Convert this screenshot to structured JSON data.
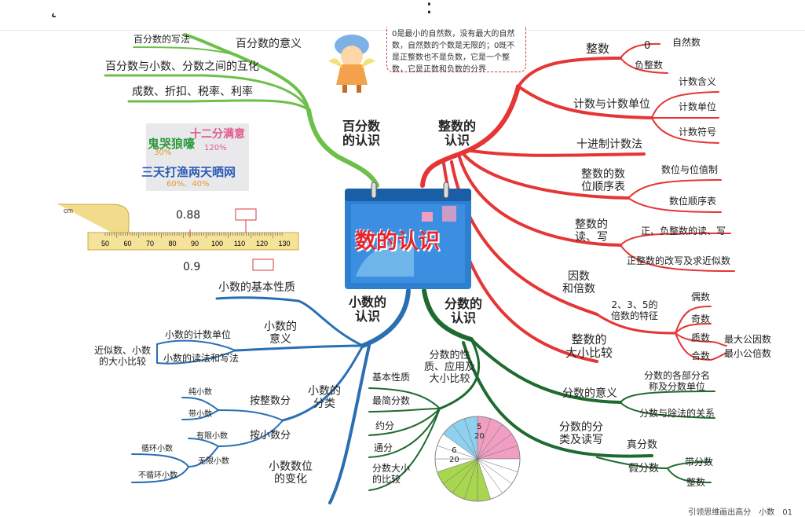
{
  "header": {
    "fragment_left": "˛",
    "fragment_mid": ":"
  },
  "center": {
    "title": "数的认识"
  },
  "callout": {
    "text": "0是最小的自然数，没有最大的自然数，自然数的个数是无限的；0既不是正整数也不是负数，它是一个整数，它是正数和负数的分界"
  },
  "branch_percent": {
    "title": "百分数\n的认识",
    "meaning": "百分数的意义",
    "writing": "百分数的写法",
    "convert": "百分数与小数、分数之间的互化",
    "apply": "成数、折扣、税率、利率"
  },
  "sticker": {
    "line1a": "鬼哭狼嚎",
    "line1a_pct": "30%",
    "line1b": "十二分满意",
    "line1b_pct": "120%",
    "line2": "三天打渔两天晒网",
    "line2_pct": "60%、40%"
  },
  "ruler": {
    "unit": "cm",
    "ticks": [
      "50",
      "60",
      "70",
      "80",
      "90",
      "100",
      "110",
      "120",
      "130"
    ],
    "label_088": "0.88",
    "label_09": "0.9"
  },
  "branch_integer": {
    "title": "整数的\n认识",
    "integer": "整数",
    "zero": "0",
    "natural": "自然数",
    "negative": "负整数",
    "counting_unit": "计数与计数单位",
    "counting_meaning": "计数含义",
    "counting_unit_leaf": "计数单位",
    "counting_symbol": "计数符号",
    "decimal_method": "十进制计数法",
    "order": "整数的数\n位顺序表",
    "place_value": "数位与位值制",
    "order_table": "数位顺序表",
    "read_write": "整数的\n读、写",
    "pos_neg": "正、负整数的读、写",
    "rewrite": "正整数的改写及求近似数",
    "factor": "因数\n和倍数",
    "feature": "2、3、5的\n倍数的特征",
    "even": "偶数",
    "odd": "奇数",
    "prime": "质数",
    "composite": "合数",
    "gcd": "最大公因数",
    "lcm": "最小公倍数",
    "compare": "整数的\n大小比较"
  },
  "branch_decimal": {
    "title": "小数的\n认识",
    "basic": "小数的基本性质",
    "meaning": "小数的\n意义",
    "unit": "小数的计数单位",
    "read_write": "小数的读法和写法",
    "approx": "近似数、小数\n的大小比较",
    "classify": "小数的\n分类",
    "by_int": "按整数分",
    "pure": "纯小数",
    "mixed": "带小数",
    "by_dec": "按小数分",
    "finite": "有限小数",
    "infinite": "无限小数",
    "repeat": "循环小数",
    "nonrepeat": "不循环小数",
    "point_move": "小数数位\n的变化"
  },
  "branch_fraction": {
    "title": "分数的\n认识",
    "props": "分数的性\n质、应用及\n大小比较",
    "basic": "基本性质",
    "simplest": "最简分数",
    "reduce": "约分",
    "common": "通分",
    "compare": "分数大小\n的比较",
    "meaning": "分数的意义",
    "parts": "分数的各部分名\n称及分数单位",
    "relation": "分数与除法的关系",
    "classify": "分数的分\n类及读写",
    "proper": "真分数",
    "improper": "假分数",
    "mixed": "带分数",
    "whole": "整数"
  },
  "pie": {
    "label_top": "5\n20",
    "label_left": "6\n20",
    "colors": [
      "#f19ec2",
      "#8fd0ef",
      "#a8d64e",
      "#ffffff"
    ]
  },
  "footer": {
    "text": "引领思维画出高分　小数　01"
  },
  "colors": {
    "percent": "#6cc04a",
    "integer": "#e53535",
    "decimal": "#2a6fb4",
    "fraction": "#1f6b2f",
    "calendar": "#2f7fd1"
  }
}
